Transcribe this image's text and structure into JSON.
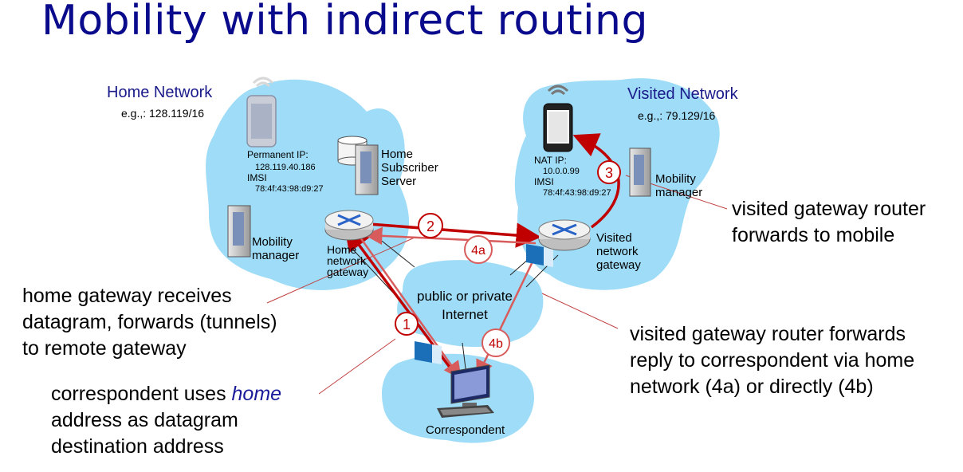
{
  "title": "Mobility with indirect routing",
  "home_network": {
    "name": "Home Network",
    "prefix": "e.g.,: 128.119/16",
    "permanent_ip_label": "Permanent IP:",
    "permanent_ip": "128.119.40.186",
    "imsi_label": "IMSI",
    "imsi": "78:4f:43:98:d9:27",
    "hss": [
      "Home",
      "Subscriber",
      "Server"
    ],
    "mobility_manager": [
      "Mobility",
      "manager"
    ],
    "gateway": [
      "Home",
      "network",
      "gateway"
    ]
  },
  "visited_network": {
    "name": "Visited Network",
    "prefix": "e.g.,: 79.129/16",
    "nat_ip_label": "NAT IP:",
    "nat_ip": "10.0.0.99",
    "imsi_label": "IMSI",
    "imsi": "78:4f:43:98:d9:27",
    "mobility_manager": [
      "Mobility",
      "manager"
    ],
    "gateway": [
      "Visited",
      "network",
      "gateway"
    ]
  },
  "internet": [
    "public or  private",
    "Internet"
  ],
  "correspondent": "Correspondent",
  "steps": {
    "s1": "1",
    "s2": "2",
    "s3": "3",
    "s4a": "4a",
    "s4b": "4b"
  },
  "callouts": {
    "home_gw": [
      "home gateway receives",
      "datagram, forwards (tunnels)",
      "to remote gateway"
    ],
    "visited_fwd": [
      "visited gateway router",
      "forwards to mobile"
    ],
    "reply": [
      "visited gateway router forwards",
      "reply to correspondent via home",
      "network (4a) or directly (4b)"
    ],
    "corr_prefix": "correspondent uses ",
    "corr_home": "home",
    "corr_rest": [
      "address as datagram",
      "destination address"
    ]
  },
  "colors": {
    "cloud": "#9fdcf7",
    "title": "#0a0a8c",
    "arrow": "#c00000",
    "arrow_light": "#e06060",
    "badge": "#c00000"
  }
}
